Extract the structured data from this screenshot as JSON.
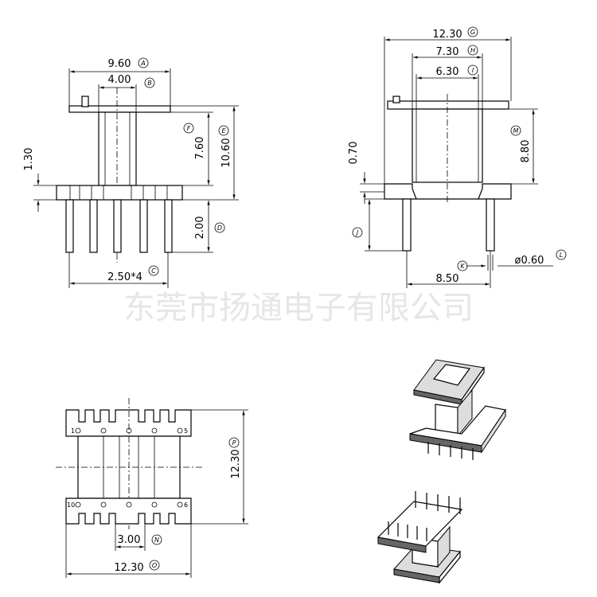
{
  "watermark": "东莞市扬通电子有限公司",
  "front_view": {
    "dim_A": "9.60",
    "tag_A": "A",
    "dim_B": "4.00",
    "tag_B": "B",
    "dim_pitch": "2.50*4",
    "tag_C": "C",
    "dim_D": "2.00",
    "tag_D": "D",
    "dim_E": "10.60",
    "tag_E": "E",
    "dim_F": "7.60",
    "tag_F": "F",
    "dim_flange": "1.30"
  },
  "side_view": {
    "dim_G": "12.30",
    "tag_G": "G",
    "dim_H": "7.30",
    "tag_H": "H",
    "dim_I": "6.30",
    "tag_I": "I",
    "dim_M": "8.80",
    "tag_M": "M",
    "dim_top": "0.70",
    "tag_J": "J",
    "dim_K": "8.50",
    "tag_K": "K",
    "dim_L": "ø0.60",
    "tag_L": "L"
  },
  "bottom_view": {
    "dim_P": "12.30",
    "tag_P": "P",
    "dim_N": "3.00",
    "tag_N": "N",
    "dim_O": "12.30",
    "tag_O": "O",
    "pin_1": "1",
    "pin_5": "5",
    "pin_6": "6",
    "pin_10": "10"
  }
}
